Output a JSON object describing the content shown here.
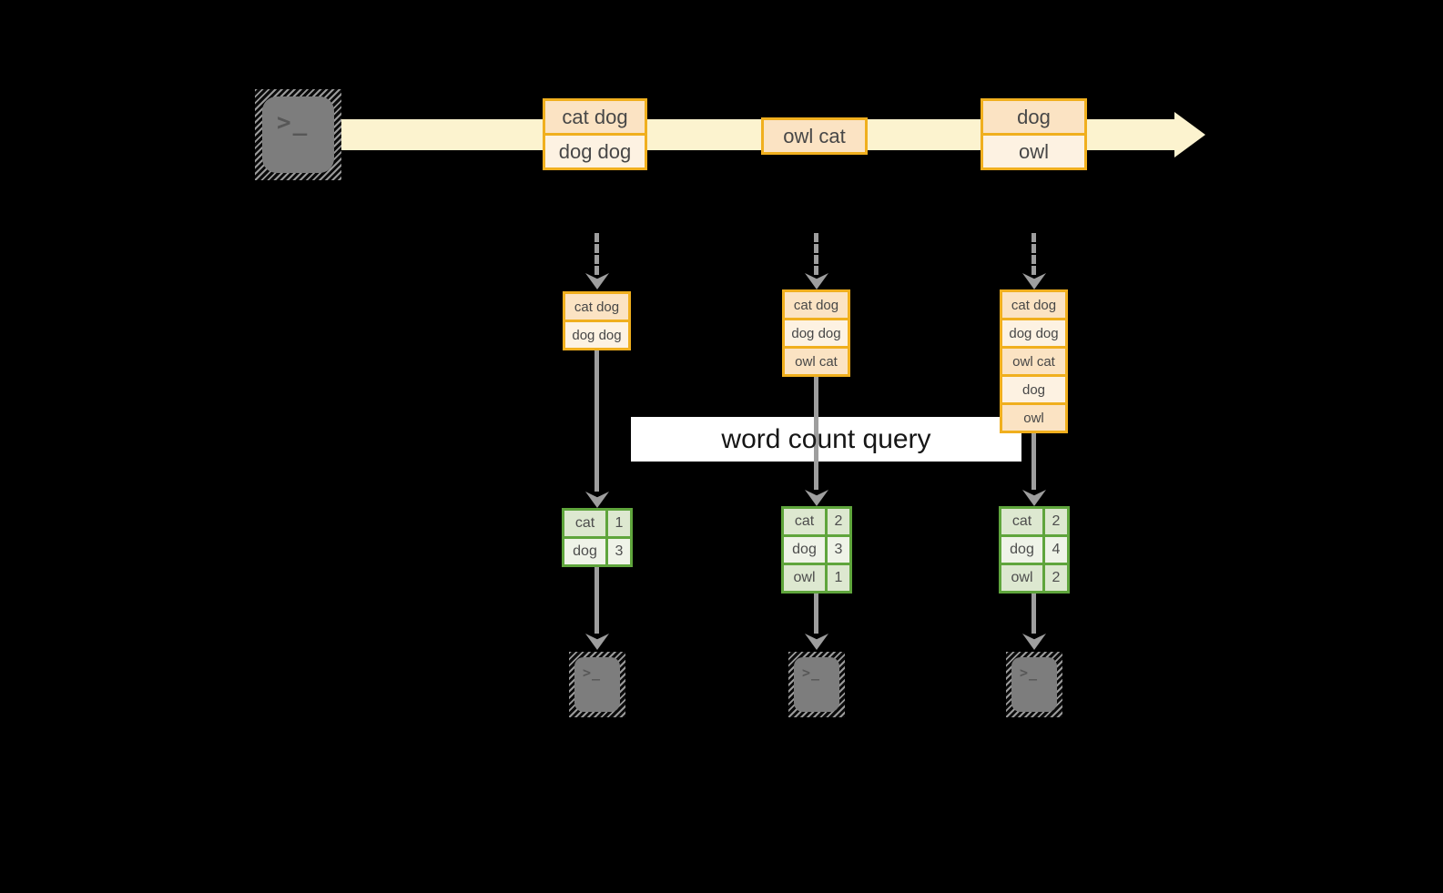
{
  "banner": {
    "label": "word count query"
  },
  "icons": {
    "terminal_glyph": ">_"
  },
  "colors": {
    "background": "#000000",
    "stream_band": "#fcf3cf",
    "record_border": "#f0af1e",
    "record_fill_dark": "#fbe3c3",
    "record_fill_light": "#fdf2e2",
    "table_border": "#5fa53c",
    "table_fill_dark": "#dde8d0",
    "table_fill_light": "#eff3e8",
    "arrow_gray": "#9e9e9e",
    "terminal_gray": "#7d7d7d",
    "banner_bg": "#ffffff"
  },
  "stream": {
    "batches": [
      {
        "lines": [
          "cat dog",
          "dog dog"
        ]
      },
      {
        "lines": [
          "owl cat"
        ]
      },
      {
        "lines": [
          "dog",
          "owl"
        ]
      }
    ]
  },
  "columns": [
    {
      "inputs": [
        "cat dog",
        "dog dog"
      ],
      "counts": [
        {
          "word": "cat",
          "n": "1"
        },
        {
          "word": "dog",
          "n": "3"
        }
      ]
    },
    {
      "inputs": [
        "cat dog",
        "dog dog",
        "owl cat"
      ],
      "counts": [
        {
          "word": "cat",
          "n": "2"
        },
        {
          "word": "dog",
          "n": "3"
        },
        {
          "word": "owl",
          "n": "1"
        }
      ]
    },
    {
      "inputs": [
        "cat dog",
        "dog dog",
        "owl cat",
        "dog",
        "owl"
      ],
      "counts": [
        {
          "word": "cat",
          "n": "2"
        },
        {
          "word": "dog",
          "n": "4"
        },
        {
          "word": "owl",
          "n": "2"
        }
      ]
    }
  ]
}
